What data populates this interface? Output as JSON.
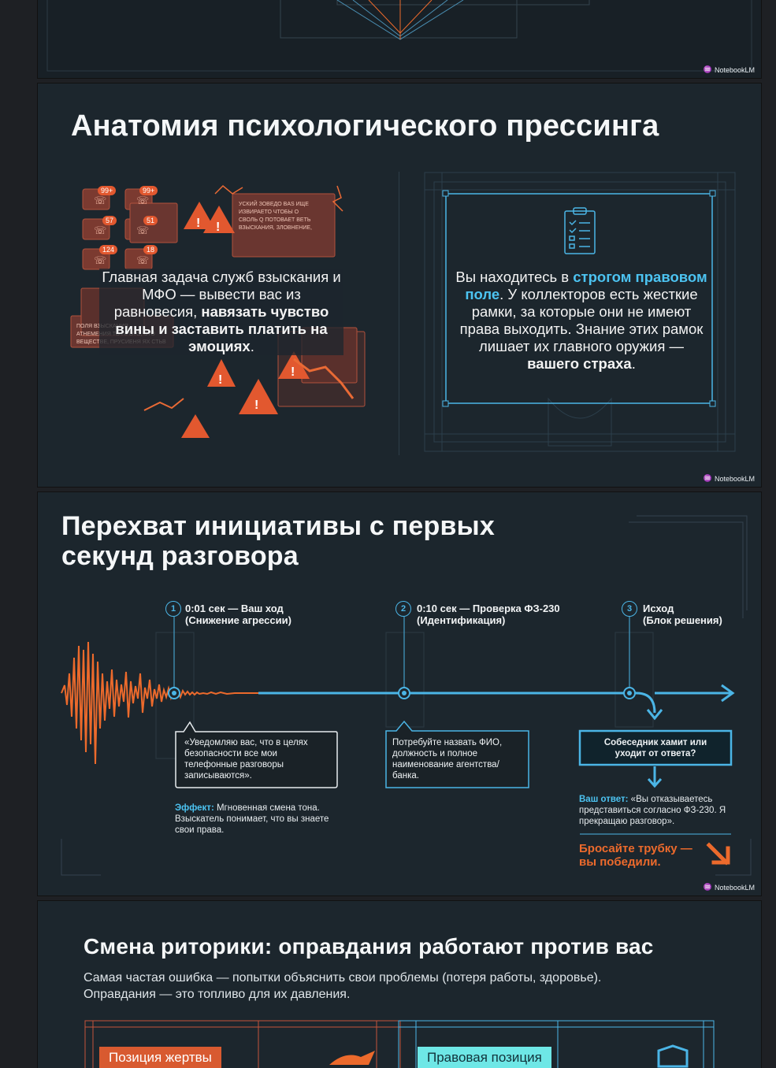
{
  "watermark": "NotebookLM",
  "slide2": {
    "title": "Анатомия психологического прессинга",
    "left_text_1": "Главная задача служб взыскания и МФО — вывести вас из равновесия, ",
    "left_text_bold": "навязать чувство вины и заставить платить на эмоциях",
    "left_text_end": ".",
    "right_text_1": "Вы находитесь в ",
    "right_text_accent": "строгом правовом поле",
    "right_text_2": ". У коллекторов есть жесткие рамки, за которые они не имеют права выходить. Знание этих рамок лишает их главного оружия — ",
    "right_text_bold": "вашего страха",
    "right_text_end": ".",
    "badges": [
      "99+",
      "99+",
      "57",
      "51",
      "124",
      "18"
    ]
  },
  "slide3": {
    "title_line1": "Перехват инициативы с первых",
    "title_line2": "секунд разговора",
    "steps": [
      {
        "num": "1",
        "line1": "0:01 сек — Ваш ход",
        "line2": "(Снижение агрессии)"
      },
      {
        "num": "2",
        "line1": "0:10 сек — Проверка ФЗ-230",
        "line2": "(Идентификация)"
      },
      {
        "num": "3",
        "line1": "Исход",
        "line2": "(Блок решения)"
      }
    ],
    "box1": "«Уведомляю вас, что в целях безопасности все мои телефонные разговоры записываются».",
    "effect_label": "Эффект:",
    "effect_text": " Мгновенная смена тона. Взыскатель понимает, что вы знаете свои права.",
    "box2": "Потребуйте назвать ФИО, должность и полное наименование агентства/банка.",
    "box3": "Собеседник хамит или уходит от ответа?",
    "answer_label": "Ваш ответ:",
    "answer_text": " «Вы отказываетесь представиться согласно ФЗ-230. Я прекращаю разговор».",
    "win_line1": "Бросайте трубку —",
    "win_line2": "вы победили."
  },
  "slide4": {
    "title": "Смена риторики: оправдания работают против вас",
    "subtitle_line1": "Самая частая ошибка — попытки объяснить свои проблемы (потеря работы, здоровье).",
    "subtitle_line2": "Оправдания — это топливо для их давления.",
    "tag_left": "Позиция жертвы",
    "tag_right": "Правовая позиция"
  },
  "colors": {
    "accent_blue": "#4cc3f1",
    "accent_orange": "#ec6a2c",
    "background": "#1c262d"
  }
}
